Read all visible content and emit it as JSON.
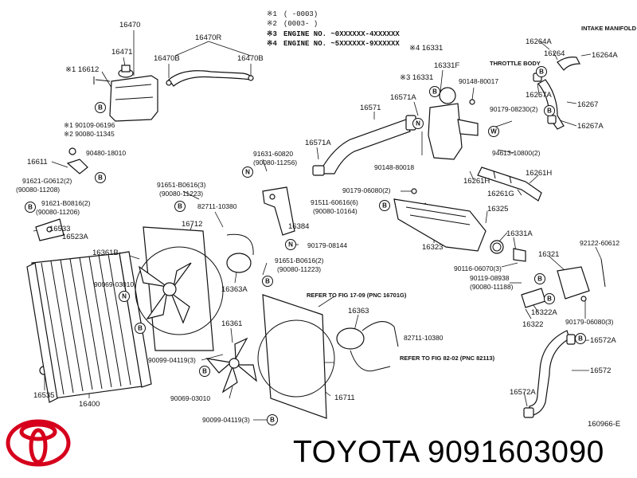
{
  "diagram": {
    "drawing_code": "160966-E",
    "notes": [
      {
        "mark": "※1",
        "text": "(       -0003)"
      },
      {
        "mark": "※2",
        "text": "(0003-       )"
      },
      {
        "mark": "※3",
        "text": "ENGINE NO. ~0XXXXXX-4XXXXXX"
      },
      {
        "mark": "※4",
        "text": "ENGINE NO. ~5XXXXXX-9XXXXXX"
      }
    ],
    "callouts": {
      "intake_manifold": "INTAKE MANIFOLD",
      "throttle_body": "THROTTLE BODY",
      "refer_17_09": "REFER TO FIG 17-09 (PNC 16701G)",
      "refer_82_02": "REFER TO FIG 82-02 (PNC 82113)"
    },
    "labels": [
      "16470",
      "16471",
      "16470R",
      "16470B",
      "16470B",
      "※1 16612",
      "※1 90109-06196",
      "※2 90080-11345",
      "16611",
      "90480-18010",
      "91621-G0612(2)",
      "(90080-11208)",
      "91621-B0816(2)",
      "(90080-11206)",
      "16533",
      "16523A",
      "16361B",
      "90069-03010",
      "16400",
      "16535",
      "16712",
      "82711-10380",
      "16363A",
      "90099-04119(3)",
      "16361",
      "90069-03010",
      "90099-04119(3)",
      "91651-B0616(3)",
      "(90080-11223)",
      "91631-60820",
      "(90080-11256)",
      "16384",
      "90179-08144",
      "91651-B0616(2)",
      "(90080-11223)",
      "16363",
      "82711-10380",
      "16711",
      "16571",
      "16571A",
      "16571A",
      "※4 16331",
      "16331F",
      "※3 16331",
      "90148-80017",
      "90179-08230(2)",
      "90148-80018",
      "94613-10800(2)",
      "16261H",
      "16261H",
      "16261G",
      "90179-06080(2)",
      "91511-60616(6)",
      "(90080-10164)",
      "16325",
      "16323",
      "16331A",
      "90116-06070(3)",
      "90119-08938",
      "(90080-11188)",
      "92122-60612",
      "16321",
      "16322A",
      "16322",
      "90179-06080(3)",
      "16572A",
      "16572",
      "16572A",
      "16264A",
      "16264",
      "16264A",
      "16267A",
      "16267",
      "16267A"
    ],
    "codes": [
      "B",
      "B",
      "B",
      "B",
      "N",
      "B",
      "B",
      "B",
      "N",
      "N",
      "B",
      "N",
      "B",
      "B",
      "B",
      "B",
      "W",
      "B",
      "B",
      "B"
    ]
  },
  "branding": {
    "brand_text": "TOYOTA 9091603090",
    "logo_icon": "toyota-emblem-icon",
    "logo_color": "#d6001c"
  }
}
